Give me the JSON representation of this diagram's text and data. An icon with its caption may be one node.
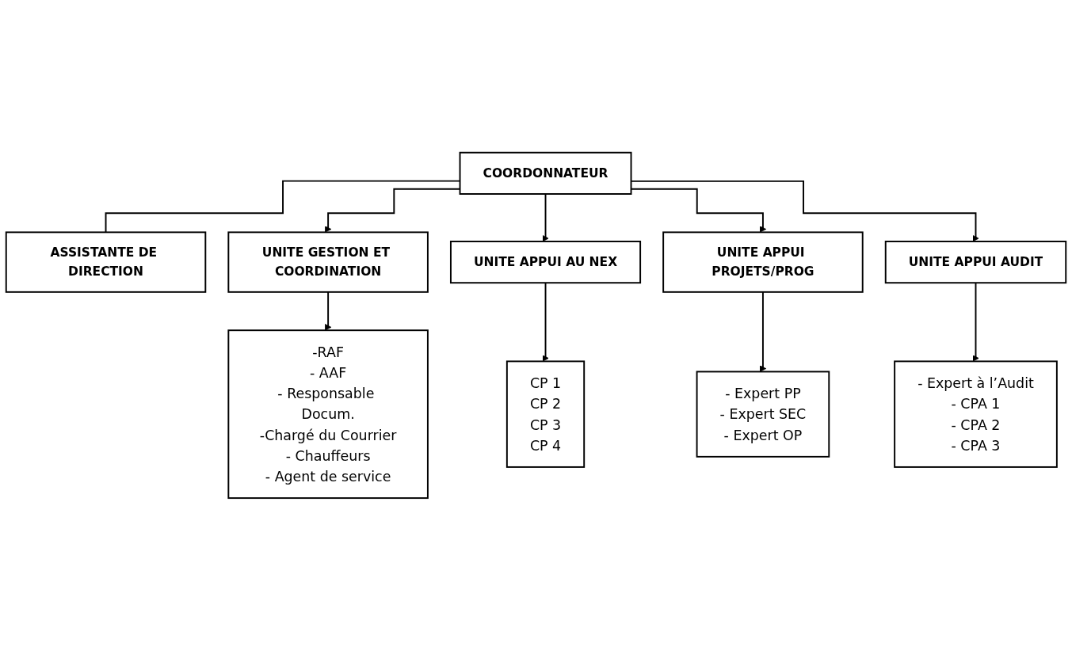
{
  "diagram": {
    "nodes": [
      {
        "text": [
          "COORDONNATEUR"
        ]
      },
      {
        "text": [
          "ASSISTANTE DE DIRECTION"
        ]
      },
      {
        "text": [
          "UNITE GESTION ET COORDINATION"
        ]
      },
      {
        "text": [
          "UNITE APPUI AU NEX"
        ]
      },
      {
        "text": [
          "UNITE APPUI PROJETS/PROG"
        ]
      },
      {
        "text": [
          "UNITE APPUI AUDIT"
        ]
      },
      {
        "text": [
          "-RAF",
          "- AAF",
          "- Responsable Docum.",
          "-Chargé du Courrier",
          "- Chauffeurs",
          "- Agent de service"
        ]
      },
      {
        "text": [
          "CP 1",
          "CP 2",
          "CP 3",
          "CP 4"
        ]
      },
      {
        "text": [
          "- Expert PP",
          "- Expert SEC",
          "- Expert OP"
        ]
      },
      {
        "text": [
          "- Expert à l’Audit",
          "- CPA 1",
          "- CPA 2",
          "- CPA 3"
        ]
      }
    ],
    "edges": [
      {
        "from": 0,
        "to": 1,
        "arrow": "none"
      },
      {
        "from": 0,
        "to": 2,
        "arrow": "to"
      },
      {
        "from": 0,
        "to": 3,
        "arrow": "to"
      },
      {
        "from": 0,
        "to": 4,
        "arrow": "to"
      },
      {
        "from": 0,
        "to": 5,
        "arrow": "to"
      },
      {
        "from": 2,
        "to": 6,
        "arrow": "to"
      },
      {
        "from": 3,
        "to": 7,
        "arrow": "to"
      },
      {
        "from": 4,
        "to": 8,
        "arrow": "to"
      },
      {
        "from": 5,
        "to": 9,
        "arrow": "to"
      }
    ]
  }
}
